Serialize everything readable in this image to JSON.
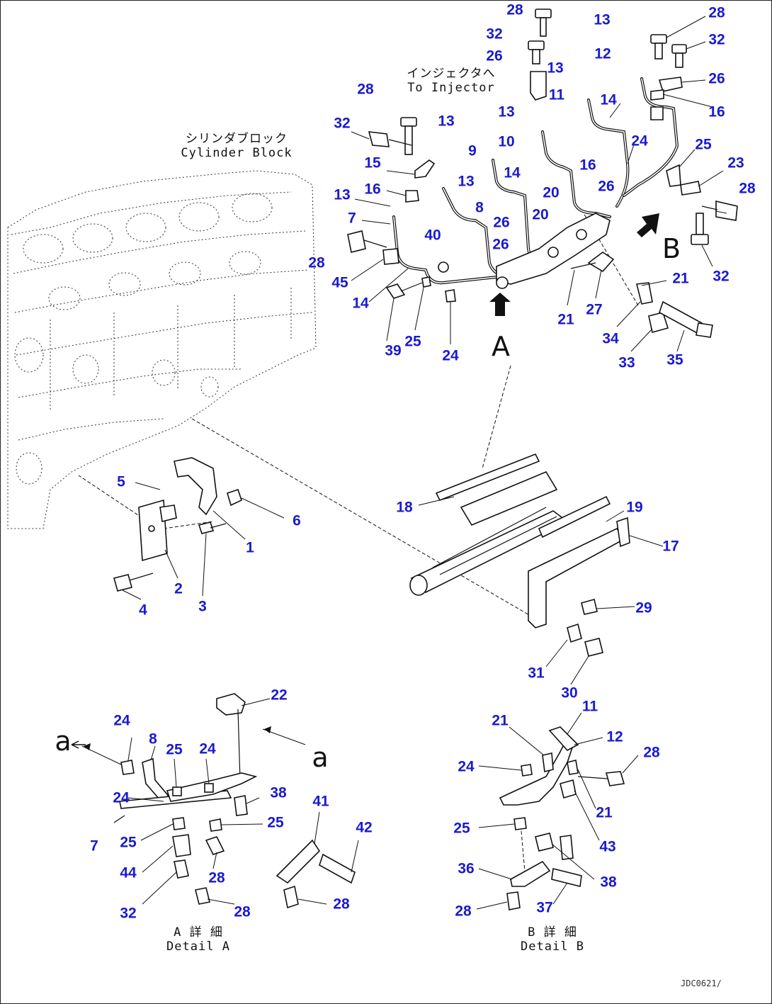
{
  "captions": {
    "cylinder_block_jp": "シリンダブロック",
    "cylinder_block_en": "Cylinder Block",
    "to_injector_jp": "インジェクタへ",
    "to_injector_en": "To Injector",
    "detail_a_jp": "A 詳 細",
    "detail_a_en": "Detail A",
    "detail_b_jp": "B 詳 細",
    "detail_b_en": "Detail B",
    "view_a": "A",
    "view_b": "B",
    "section_a_left": "a",
    "section_a_right": "a",
    "drawing_code": "JDC0621/"
  },
  "callouts": [
    {
      "id": "c1",
      "text": "28"
    },
    {
      "id": "c2",
      "text": "32"
    },
    {
      "id": "c3",
      "text": "26"
    },
    {
      "id": "c4",
      "text": "13"
    },
    {
      "id": "c5",
      "text": "11"
    },
    {
      "id": "c6",
      "text": "13"
    },
    {
      "id": "c7",
      "text": "12"
    },
    {
      "id": "c8",
      "text": "14"
    },
    {
      "id": "c9",
      "text": "28"
    },
    {
      "id": "c10",
      "text": "32"
    },
    {
      "id": "c11",
      "text": "26"
    },
    {
      "id": "c12",
      "text": "16"
    },
    {
      "id": "c13",
      "text": "28"
    },
    {
      "id": "c14",
      "text": "32"
    },
    {
      "id": "c15",
      "text": "13"
    },
    {
      "id": "c16",
      "text": "13"
    },
    {
      "id": "c17",
      "text": "10"
    },
    {
      "id": "c18",
      "text": "9"
    },
    {
      "id": "c19",
      "text": "15"
    },
    {
      "id": "c20",
      "text": "16"
    },
    {
      "id": "c21",
      "text": "16"
    },
    {
      "id": "c22",
      "text": "14"
    },
    {
      "id": "c23",
      "text": "13"
    },
    {
      "id": "c24",
      "text": "24"
    },
    {
      "id": "c25",
      "text": "25"
    },
    {
      "id": "c26",
      "text": "23"
    },
    {
      "id": "c27",
      "text": "26"
    },
    {
      "id": "c28",
      "text": "20"
    },
    {
      "id": "c29",
      "text": "13"
    },
    {
      "id": "c30",
      "text": "8"
    },
    {
      "id": "c31",
      "text": "7"
    },
    {
      "id": "c32",
      "text": "26"
    },
    {
      "id": "c33",
      "text": "20"
    },
    {
      "id": "c34",
      "text": "28"
    },
    {
      "id": "c35",
      "text": "26"
    },
    {
      "id": "c36",
      "text": "40"
    },
    {
      "id": "c37",
      "text": "32"
    },
    {
      "id": "c38",
      "text": "28"
    },
    {
      "id": "c39",
      "text": "45"
    },
    {
      "id": "c40",
      "text": "14"
    },
    {
      "id": "c41",
      "text": "21"
    },
    {
      "id": "c42",
      "text": "27"
    },
    {
      "id": "c43",
      "text": "21"
    },
    {
      "id": "c44",
      "text": "34"
    },
    {
      "id": "c45",
      "text": "39"
    },
    {
      "id": "c46",
      "text": "25"
    },
    {
      "id": "c47",
      "text": "24"
    },
    {
      "id": "c48",
      "text": "33"
    },
    {
      "id": "c49",
      "text": "35"
    },
    {
      "id": "c50",
      "text": "5"
    },
    {
      "id": "c51",
      "text": "6"
    },
    {
      "id": "c52",
      "text": "1"
    },
    {
      "id": "c53",
      "text": "2"
    },
    {
      "id": "c54",
      "text": "3"
    },
    {
      "id": "c55",
      "text": "4"
    },
    {
      "id": "c56",
      "text": "18"
    },
    {
      "id": "c57",
      "text": "19"
    },
    {
      "id": "c58",
      "text": "17"
    },
    {
      "id": "c59",
      "text": "29"
    },
    {
      "id": "c60",
      "text": "31"
    },
    {
      "id": "c61",
      "text": "30"
    },
    {
      "id": "c62",
      "text": "22"
    },
    {
      "id": "c63",
      "text": "24"
    },
    {
      "id": "c64",
      "text": "8"
    },
    {
      "id": "c65",
      "text": "25"
    },
    {
      "id": "c66",
      "text": "24"
    },
    {
      "id": "c67",
      "text": "24"
    },
    {
      "id": "c68",
      "text": "38"
    },
    {
      "id": "c69",
      "text": "7"
    },
    {
      "id": "c70",
      "text": "25"
    },
    {
      "id": "c71",
      "text": "25"
    },
    {
      "id": "c72",
      "text": "41"
    },
    {
      "id": "c73",
      "text": "42"
    },
    {
      "id": "c74",
      "text": "44"
    },
    {
      "id": "c75",
      "text": "28"
    },
    {
      "id": "c76",
      "text": "32"
    },
    {
      "id": "c77",
      "text": "28"
    },
    {
      "id": "c78",
      "text": "28"
    },
    {
      "id": "c79",
      "text": "11"
    },
    {
      "id": "c80",
      "text": "21"
    },
    {
      "id": "c81",
      "text": "12"
    },
    {
      "id": "c82",
      "text": "28"
    },
    {
      "id": "c83",
      "text": "24"
    },
    {
      "id": "c84",
      "text": "21"
    },
    {
      "id": "c85",
      "text": "25"
    },
    {
      "id": "c86",
      "text": "43"
    },
    {
      "id": "c87",
      "text": "36"
    },
    {
      "id": "c88",
      "text": "38"
    },
    {
      "id": "c89",
      "text": "37"
    },
    {
      "id": "c90",
      "text": "28"
    }
  ]
}
